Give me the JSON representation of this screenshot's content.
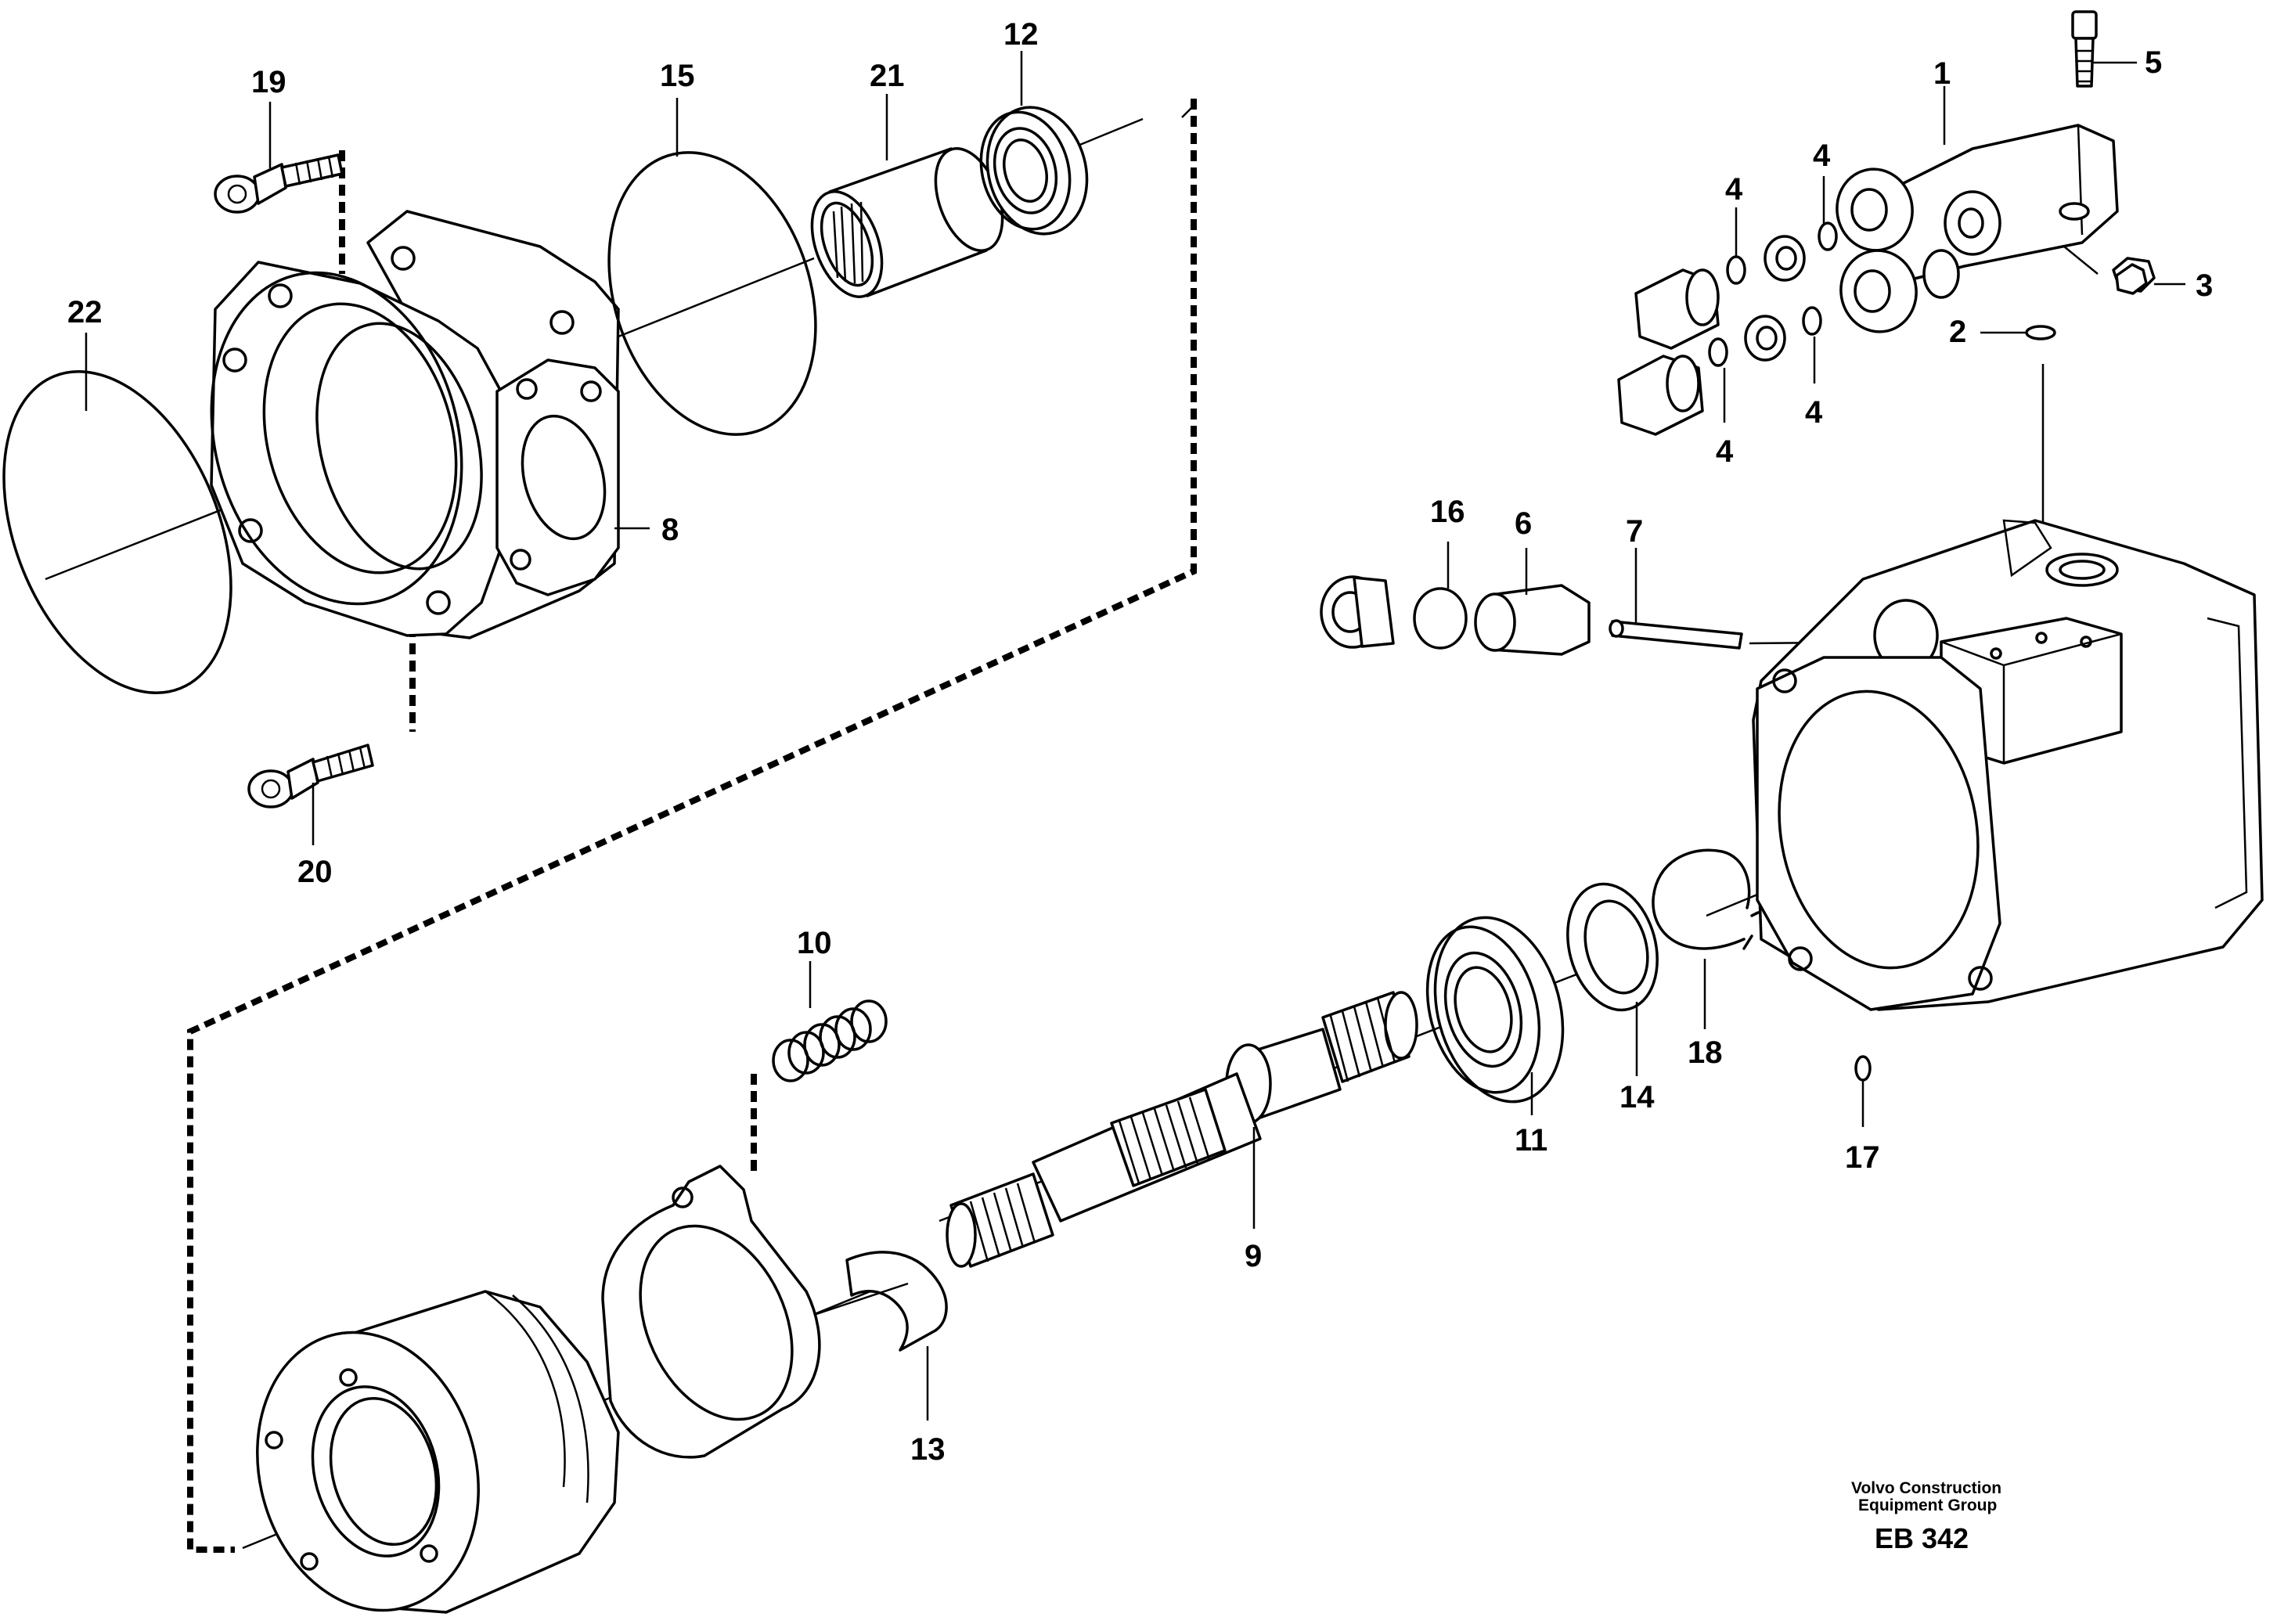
{
  "part_labels": {
    "p1": "1",
    "p2": "2",
    "p3": "3",
    "p4a": "4",
    "p4b": "4",
    "p4c": "4",
    "p4d": "4",
    "p5": "5",
    "p6": "6",
    "p7": "7",
    "p8": "8",
    "p9": "9",
    "p10": "10",
    "p11": "11",
    "p12": "12",
    "p13": "13",
    "p14": "14",
    "p15": "15",
    "p16": "16",
    "p17": "17",
    "p18": "18",
    "p19": "19",
    "p20": "20",
    "p21": "21",
    "p22": "22"
  },
  "credit": {
    "line1": "Volvo Construction",
    "line2": "Equipment Group"
  },
  "drawing_code": "EB 342"
}
